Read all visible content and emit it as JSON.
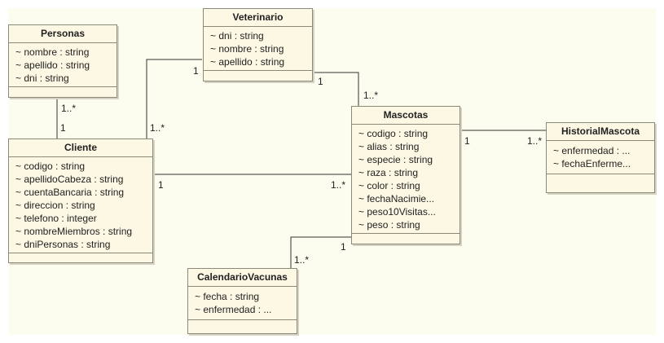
{
  "classes": {
    "personas": {
      "name": "Personas",
      "attributes": [
        "~ nombre : string",
        "~ apellido : string",
        "~ dni : string"
      ]
    },
    "veterinario": {
      "name": "Veterinario",
      "attributes": [
        "~ dni : string",
        "~ nombre : string",
        "~ apellido : string"
      ]
    },
    "cliente": {
      "name": "Cliente",
      "attributes": [
        "~ codigo : string",
        "~ apellidoCabeza : string",
        "~ cuentaBancaria : string",
        "~ direccion : string",
        "~ telefono : integer",
        "~ nombreMiembros : string",
        "~ dniPersonas : string"
      ]
    },
    "mascotas": {
      "name": "Mascotas",
      "attributes": [
        "~ codigo : string",
        "~ alias : string",
        "~ especie : string",
        "~ raza : string",
        "~ color : string",
        "~ fechaNacimie...",
        "~ peso10Visitas...",
        "~ peso : string"
      ]
    },
    "historial": {
      "name": "HistorialMascota",
      "attributes": [
        "~ enfermedad : ...",
        "~ fechaEnferme..."
      ]
    },
    "calendario": {
      "name": "CalendarioVacunas",
      "attributes": [
        "~ fecha : string",
        "~ enfermedad : ..."
      ]
    }
  },
  "multiplicities": {
    "personas_cliente_personas": "1..*",
    "personas_cliente_cliente": "1",
    "veterinario_cliente_vet": "1",
    "veterinario_cliente_cliente": "1..*",
    "veterinario_mascotas_vet": "1",
    "veterinario_mascotas_mascotas": "1..*",
    "cliente_mascotas_cliente": "1",
    "cliente_mascotas_mascotas": "1..*",
    "mascotas_historial_mascotas": "1",
    "mascotas_historial_historial": "1..*",
    "mascotas_calendario_mascotas": "1",
    "mascotas_calendario_calendario": "1..*"
  },
  "colors": {
    "background": "#fcfcef",
    "class_fill": "#fdf8e4",
    "border": "#8a8a7a",
    "line": "#333333"
  }
}
